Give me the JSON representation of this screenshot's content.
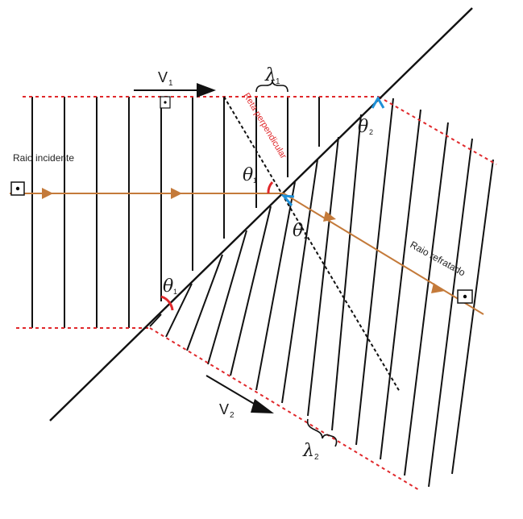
{
  "labels": {
    "v1": "V",
    "v1_sub": "1",
    "v2": "V",
    "v2_sub": "2",
    "lambda": "λ",
    "lambda1_sub": "1",
    "lambda2_sub": "2",
    "theta": "θ",
    "theta1_sub": "1",
    "theta2_sub": "2",
    "incident_ray": "Raio incidente",
    "refracted_ray": "Raio refratado",
    "perpendicular_line": "Reta perpendicular"
  },
  "colors": {
    "wavefront": "#111111",
    "interface": "#111111",
    "ray": "#c47a3a",
    "dashed_boundary": "#e0282b",
    "theta1_arc": "#e0282b",
    "theta2_arc": "#1e90d8",
    "perpendicular_dash": "#111111"
  },
  "icons": {
    "right_angle_marker": "square-dot-icon",
    "velocity_arrow": "arrow-right-icon"
  }
}
